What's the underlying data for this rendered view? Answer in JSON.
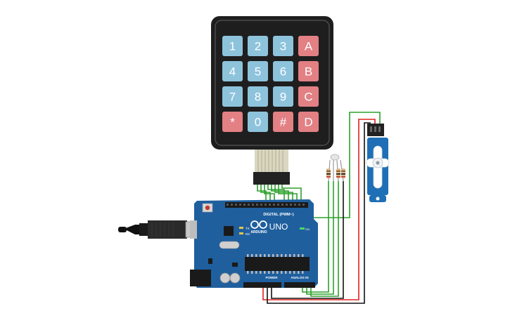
{
  "keypad": {
    "keys": [
      {
        "label": "1",
        "type": "num"
      },
      {
        "label": "2",
        "type": "num"
      },
      {
        "label": "3",
        "type": "num"
      },
      {
        "label": "A",
        "type": "alpha"
      },
      {
        "label": "4",
        "type": "num"
      },
      {
        "label": "5",
        "type": "num"
      },
      {
        "label": "6",
        "type": "num"
      },
      {
        "label": "B",
        "type": "alpha"
      },
      {
        "label": "7",
        "type": "num"
      },
      {
        "label": "8",
        "type": "num"
      },
      {
        "label": "9",
        "type": "num"
      },
      {
        "label": "C",
        "type": "alpha"
      },
      {
        "label": "*",
        "type": "alpha"
      },
      {
        "label": "0",
        "type": "num"
      },
      {
        "label": "#",
        "type": "alpha"
      },
      {
        "label": "D",
        "type": "alpha"
      }
    ],
    "colors": {
      "num": "#8ec3dc",
      "alpha": "#e28084",
      "frame": "#1e1e1e",
      "text": "#ffffff"
    }
  },
  "arduino": {
    "model": "UNO",
    "brand": "ARDUINO",
    "digital_header": "DIGITAL (PWM~)",
    "power_label": "POWER",
    "analog_label": "ANALOG IN",
    "on_label": "ON",
    "tx_label": "TX",
    "rx_label": "RX",
    "colors": {
      "board": "#1f5f9e",
      "chip": "#1a1a1a"
    }
  },
  "wires": {
    "green": "#2ca02c",
    "red": "#e02020",
    "black": "#111111"
  },
  "servo": {
    "color": "#1e6fb5"
  }
}
